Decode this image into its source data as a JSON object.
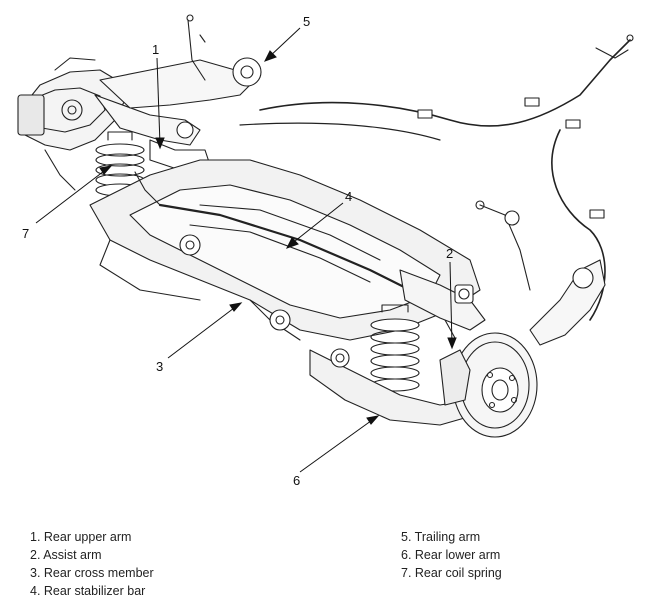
{
  "callouts": {
    "c1": "1",
    "c2": "2",
    "c3": "3",
    "c4": "4",
    "c5": "5",
    "c6": "6",
    "c7": "7"
  },
  "legend": {
    "left": [
      "1. Rear upper arm",
      "2. Assist arm",
      "3. Rear cross member",
      "4. Rear stabilizer bar"
    ],
    "right": [
      "5. Trailing arm",
      "6. Rear lower arm",
      "7. Rear coil spring"
    ]
  }
}
